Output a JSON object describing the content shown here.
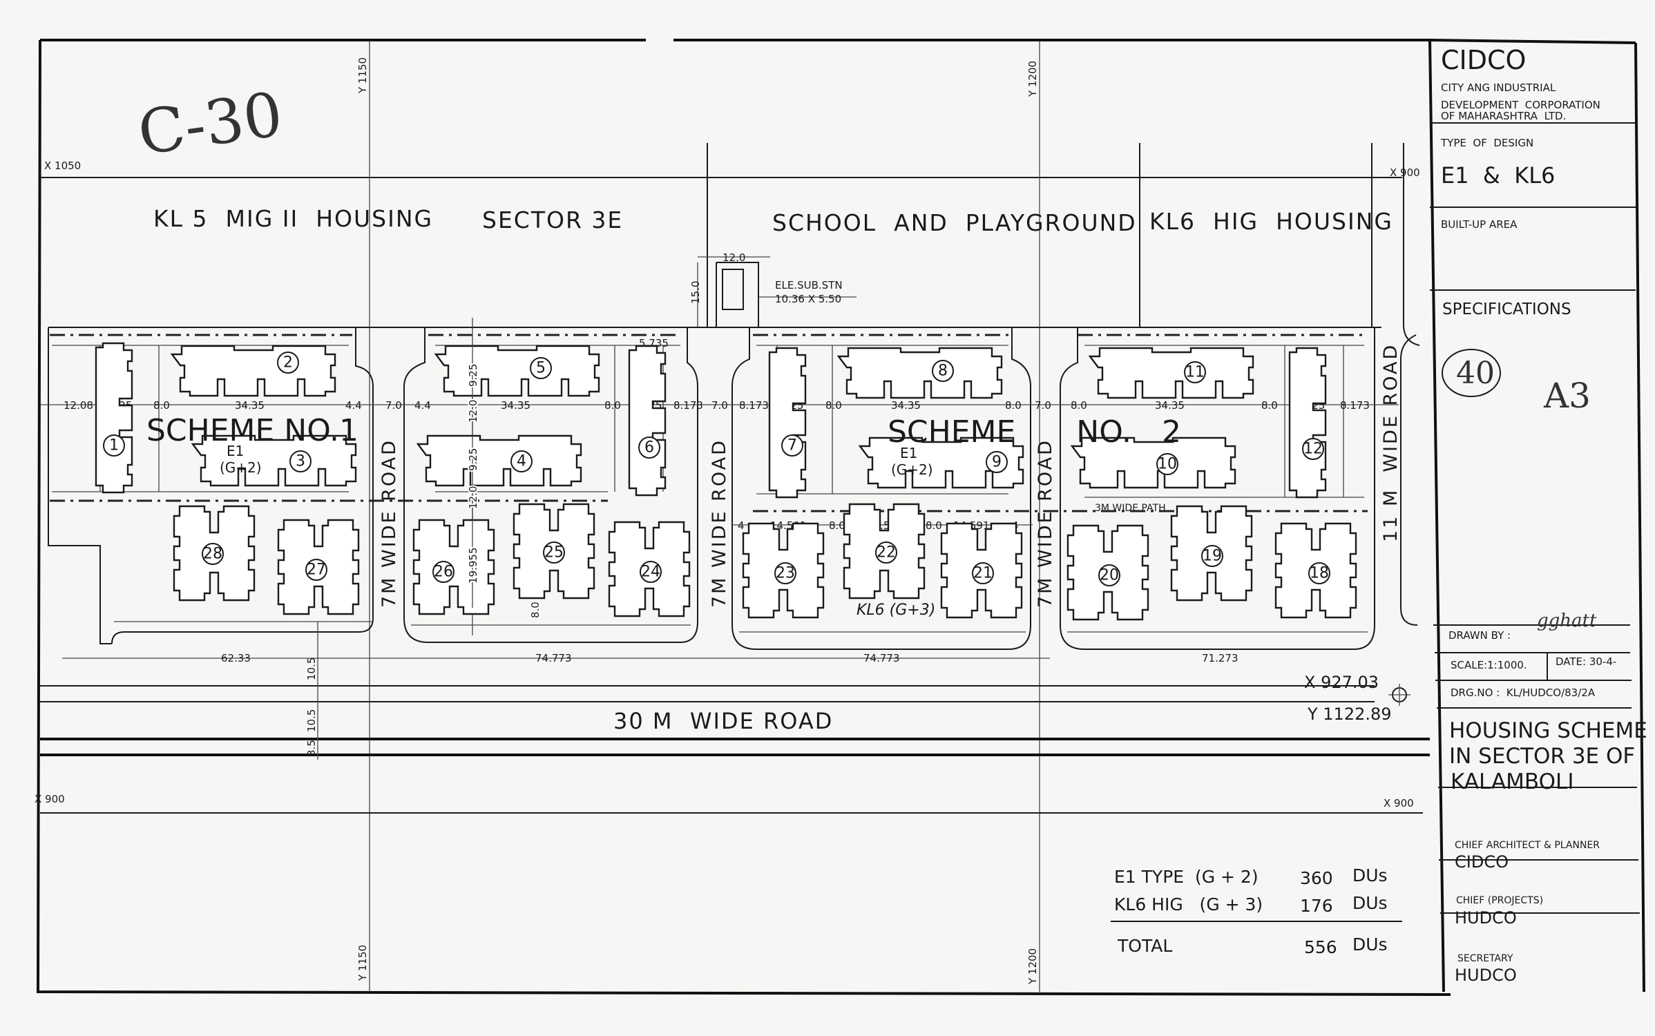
{
  "title_block": {
    "org": "CIDCO",
    "org_full": [
      "CITY ANG INDUSTRIAL",
      "DEVELOPMENT  CORPORATION",
      "OF MAHARASHTRA  LTD."
    ],
    "type_of_design_label": "TYPE  OF  DESIGN",
    "type_of_design": "E1  &  KL6",
    "built_up_area_label": "BUILT-UP AREA",
    "specifications_label": "SPECIFICATIONS",
    "drawn_by_label": "DRAWN BY :",
    "scale": "SCALE:1:1000.",
    "date": "DATE: 30-4-",
    "drg_no": "DRG.NO :  KL/HUDCO/83/2A",
    "project_title": [
      "HOUSING SCHEME",
      "IN SECTOR 3E OF",
      "KALAMBOLI"
    ],
    "signatories": [
      {
        "role": "CHIEF ARCHITECT & PLANNER",
        "org": "CIDCO"
      },
      {
        "role": "CHIEF (PROJECTS)",
        "org": "HUDCO"
      },
      {
        "role": "SECRETARY",
        "org": "HUDCO"
      }
    ]
  },
  "annotations": {
    "sheet_code": "C-30",
    "spec_circle": "40",
    "spec_note": "A3",
    "signature": "gghatt"
  },
  "zones": {
    "kl5": "KL 5  MIG II  HOUSING",
    "sector": "SECTOR 3E",
    "school": "SCHOOL  AND  PLAYGROUND",
    "kl6": "KL6  HIG  HOUSING",
    "scheme1": "SCHEME NO.1",
    "scheme2": "SCHEME  NO. 2",
    "road_7m": "7M WIDE ROAD",
    "road_11m": "11 M  WIDE ROAD",
    "road_30m": "30 M  WIDE ROAD",
    "path_3m": "3M WIDE PATH",
    "e1_type": "E1",
    "e1_floors": "(G+2)",
    "kl6_type": "KL6 (G+3)"
  },
  "substation": {
    "label": "ELE.SUB.STN",
    "size": "10.36 X 5.50",
    "width": "12.0",
    "depth": "15.0"
  },
  "grid": {
    "x1050": "X 1050",
    "x900_left": "X 900",
    "x900_right": "X 900",
    "x900_top": "X 900",
    "y1150": "Y 1150",
    "y1200": "Y 1200"
  },
  "survey_point": {
    "x": "X 927.03",
    "y": "Y 1122.89"
  },
  "dimensions": {
    "row1": [
      "12.08",
      "9.25",
      "8.0",
      "34.35",
      "4.4",
      "7.0",
      "4.4",
      "34.35",
      "8.0",
      "9.25",
      "8.173",
      "7.0",
      "8.173",
      "9.25",
      "8.0",
      "34.35",
      "8.0",
      "7.0",
      "8.0",
      "34.35",
      "8.0",
      "9.25",
      "8.173"
    ],
    "kl6_row": [
      "4",
      "14.591",
      "8.0",
      "14.591",
      "8.0",
      "14.591",
      "4"
    ],
    "frontage": [
      "62.33",
      "74.773",
      "74.773",
      "71.273"
    ],
    "road_offsets": [
      "10.5",
      "10.5",
      "3.5"
    ],
    "misc": [
      "5.735",
      "9.25",
      "12.0",
      "9.25",
      "12.0",
      "19.955",
      "8.0"
    ]
  },
  "buildings": [
    "1",
    "2",
    "3",
    "4",
    "5",
    "6",
    "7",
    "8",
    "9",
    "10",
    "11",
    "12",
    "18",
    "19",
    "20",
    "21",
    "22",
    "23",
    "24",
    "25",
    "26",
    "27",
    "28"
  ],
  "summary": {
    "rows": [
      {
        "type": "E1 TYPE  (G + 2)",
        "count": "360",
        "unit": "DUs"
      },
      {
        "type": "KL6 HIG   (G + 3)",
        "count": "176",
        "unit": "DUs"
      }
    ],
    "total_label": "TOTAL",
    "total_count": "556",
    "total_unit": "DUs"
  }
}
